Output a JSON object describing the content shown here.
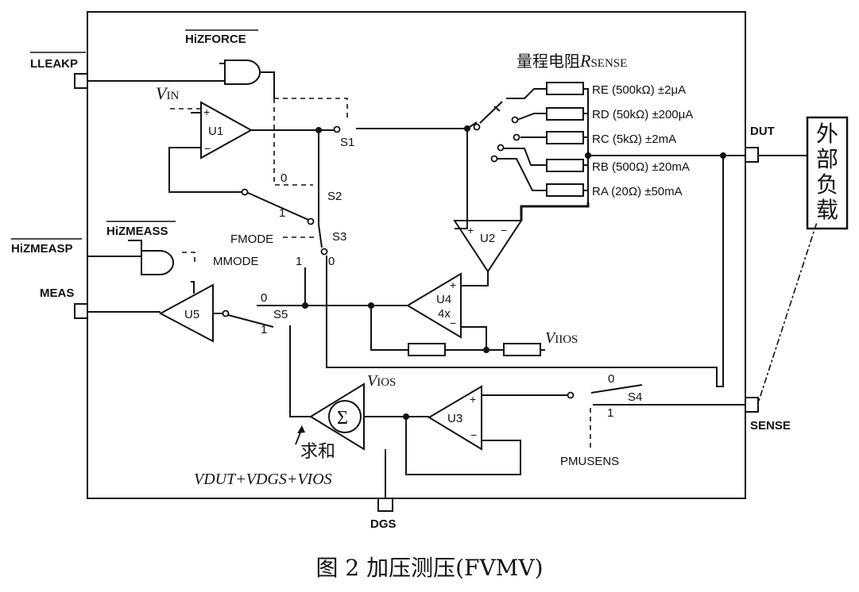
{
  "caption": "图 2  加压测压(FVMV)",
  "pins": {
    "lleakp": "LLEAKP",
    "hizforce": "HiZFORCE",
    "hizmeasp": "HiZMEASP",
    "hizmeass": "HiZMEASS",
    "meas": "MEAS",
    "dut": "DUT",
    "sense": "SENSE",
    "dgs": "DGS"
  },
  "amps": {
    "u1": "U1",
    "u2": "U2",
    "u3": "U3",
    "u4": "U4",
    "u4_gain": "4x",
    "u5": "U5",
    "sigma": "Σ"
  },
  "switches": {
    "s1": "S1",
    "s2": "S2",
    "s3": "S3",
    "s4": "S4",
    "s5": "S5"
  },
  "modes": {
    "fmode": "FMODE",
    "mmode": "MMODE",
    "pmusens": "PMUSENS"
  },
  "nodes": {
    "zero": "0",
    "one": "1"
  },
  "voltages": {
    "vin_main": "V",
    "vin_sub": "IN",
    "vios_main": "V",
    "vios_sub": "IOS",
    "viios_main": "V",
    "viios_sub": "IIOS"
  },
  "sum": {
    "label": "求和",
    "formula": "VDUT+VDGS+VIOS"
  },
  "range": {
    "title_cn": "量程电阻",
    "title_r": "R",
    "title_sub": "SENSE",
    "items": [
      "RE (500kΩ) ±2μA",
      "RD (50kΩ) ±200μA",
      "RC (5kΩ) ±2mA",
      "RB (500Ω) ±20mA",
      "RA (20Ω) ±50mA"
    ]
  },
  "external_load": [
    "外",
    "部",
    "负",
    "载"
  ],
  "pm": {
    "plus": "+",
    "minus": "−"
  }
}
